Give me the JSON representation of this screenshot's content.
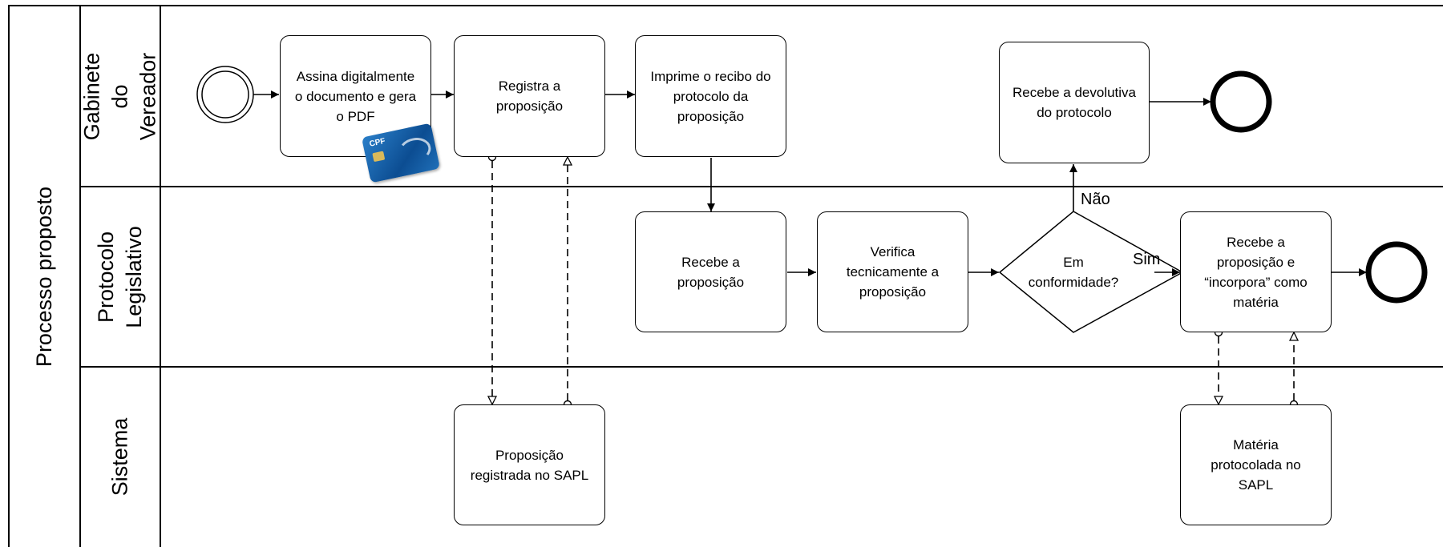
{
  "pool": {
    "label": "Processo proposto"
  },
  "lanes": [
    {
      "id": "gabinete",
      "label": "Gabinete do\nVereador"
    },
    {
      "id": "protocolo",
      "label": "Protocolo\nLegislativo"
    },
    {
      "id": "sistema",
      "label": "Sistema"
    }
  ],
  "tasks": {
    "assina": "Assina digitalmente\no documento e gera\no PDF",
    "registra": "Registra a\nproposição",
    "imprime": "Imprime o recibo do\nprotocolo da\nproposição",
    "recebe_devolutiva": "Recebe a devolutiva\ndo protocolo",
    "recebe_proposicao": "Recebe a\nproposição",
    "verifica": "Verifica\ntecnicamente a\nproposição",
    "recebe_incorpora": "Recebe a\nproposição e\n“incorpora” como\nmatéria",
    "proposicao_registrada": "Proposição\nregistrada no SAPL",
    "materia_protocolada": "Matéria\nprotocolada no\nSAPL"
  },
  "gateway": {
    "label": "Em\nconformidade?",
    "no_label": "Não",
    "yes_label": "Sim"
  },
  "card": {
    "text": "CPF"
  }
}
